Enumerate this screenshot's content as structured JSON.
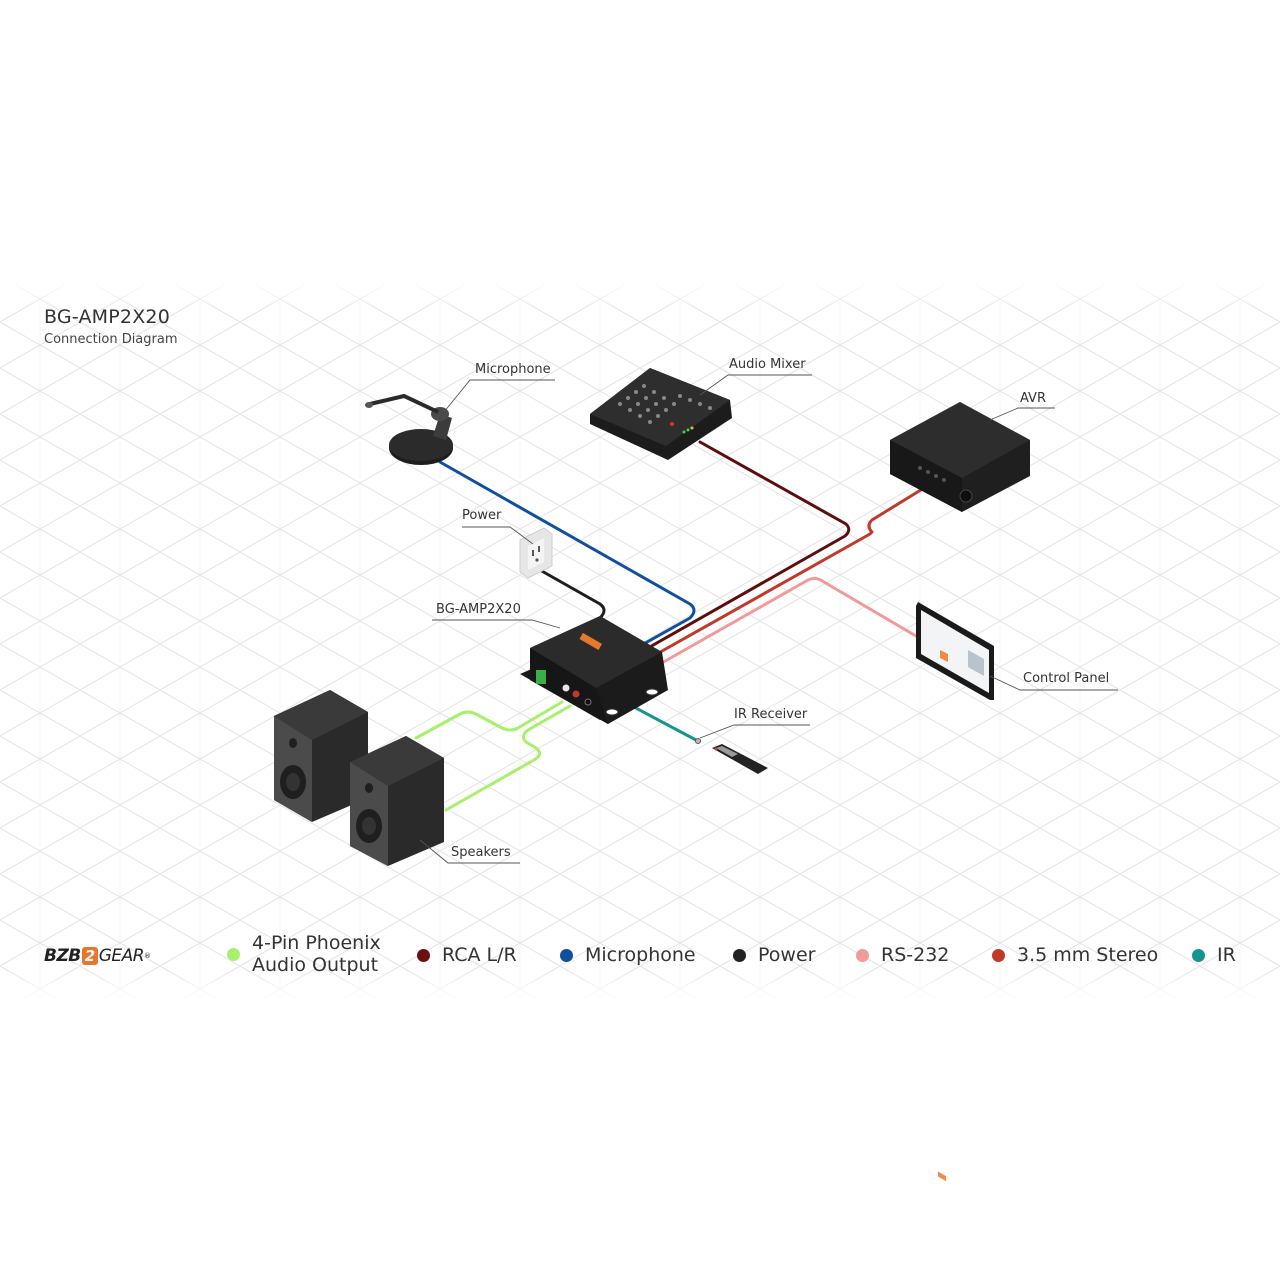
{
  "header": {
    "title": "BG-AMP2X20",
    "subtitle": "Connection Diagram"
  },
  "devices": {
    "microphone": "Microphone",
    "audio_mixer": "Audio Mixer",
    "avr": "AVR",
    "power": "Power",
    "amplifier": "BG-AMP2X20",
    "control_panel": "Control Panel",
    "ir_receiver": "IR Receiver",
    "speakers": "Speakers"
  },
  "brand": {
    "prefix": "BZB",
    "mark": "2",
    "suffix": "GEAR",
    "registered": "®"
  },
  "legend": [
    {
      "line1": "4-Pin Phoenix",
      "line2": "Audio Output",
      "color": "#a6f06a"
    },
    {
      "line1": "RCA L/R",
      "line2": "",
      "color": "#6b0f0f"
    },
    {
      "line1": "Microphone",
      "line2": "",
      "color": "#0f4fa0"
    },
    {
      "line1": "Power",
      "line2": "",
      "color": "#222222"
    },
    {
      "line1": "RS-232",
      "line2": "",
      "color": "#f29a9a"
    },
    {
      "line1": "3.5 mm Stereo",
      "line2": "",
      "color": "#c0392b"
    },
    {
      "line1": "IR",
      "line2": "",
      "color": "#14958f"
    }
  ],
  "colors": {
    "phoenix": "#a6f06a",
    "rca": "#5e0d0d",
    "microphone": "#0f4fa0",
    "power": "#1e1e1e",
    "rs232": "#f29a9a",
    "stereo": "#c0392b",
    "ir": "#14958f",
    "brand_orange": "#e8772e"
  }
}
